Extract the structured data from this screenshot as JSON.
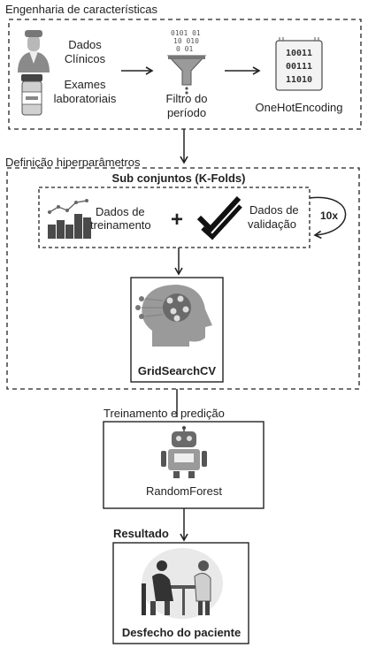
{
  "sections": {
    "feature_engineering": {
      "title": "Engenharia de características",
      "clinical_data_label": [
        "Dados",
        "Clínicos"
      ],
      "lab_exams_label": [
        "Exames",
        "laboratoriais"
      ],
      "filter_label": [
        "Filtro do",
        "período"
      ],
      "encoding_label": "OneHotEncoding",
      "binary_rows": [
        "10011",
        "00111",
        "11010"
      ]
    },
    "hyperparameters": {
      "title": "Definição hiperparâmetros",
      "kfolds_title": "Sub conjuntos (K-Folds)",
      "train_label": [
        "Dados de",
        "treinamento"
      ],
      "plus": "+",
      "validation_label": [
        "Dados de",
        "validação"
      ],
      "repeat_label": "10x",
      "gridsearch_label": "GridSearchCV"
    },
    "training": {
      "title": "Treinamento e predição",
      "model_label": "RandomForest"
    },
    "result": {
      "title": "Resultado",
      "outcome_label": "Desfecho do paciente"
    }
  },
  "colors": {
    "stroke": "#222222",
    "icon_dark": "#3a3a3a",
    "icon_mid": "#7a7a7a",
    "icon_light": "#c8c8c8"
  }
}
